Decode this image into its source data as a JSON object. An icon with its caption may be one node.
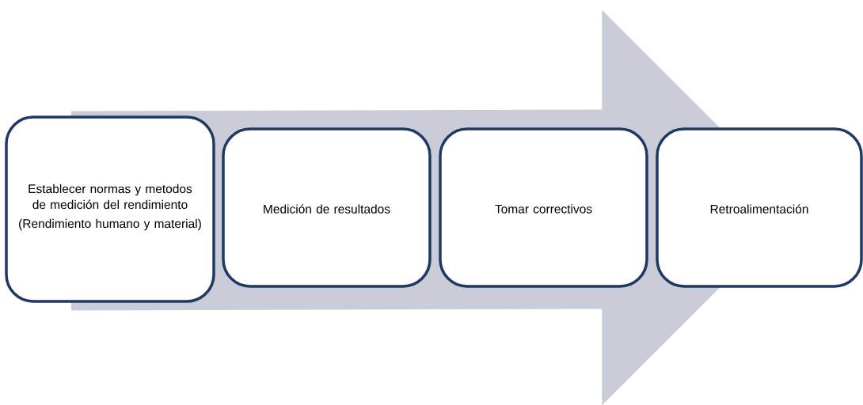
{
  "diagram": {
    "nodes": [
      {
        "text": [
          "Establecer normas y metodos de medición del rendimiento",
          "(Rendimiento humano y material)"
        ]
      },
      {
        "text": [
          "Medición de resultados"
        ]
      },
      {
        "text": [
          "Tomar correctivos"
        ]
      },
      {
        "text": [
          "Retroalimentación"
        ]
      }
    ],
    "edges": [
      {
        "from": 0,
        "to": 3,
        "arrow": "to"
      }
    ]
  }
}
